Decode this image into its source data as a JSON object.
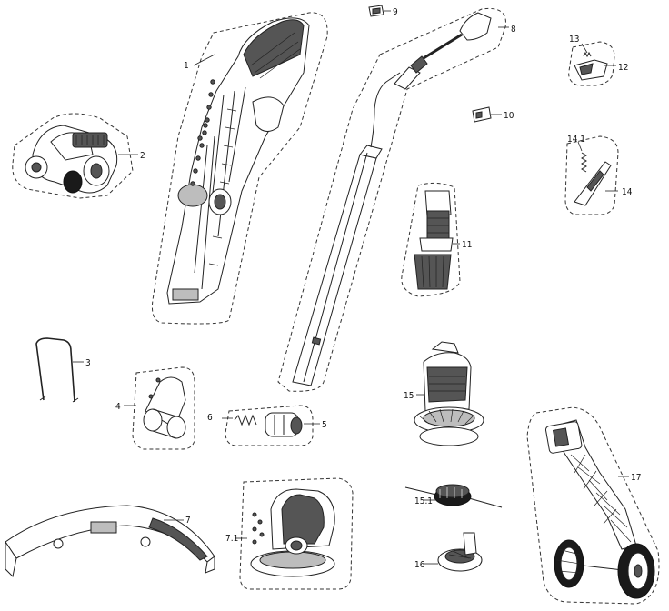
{
  "parts": [
    {
      "id": "p1",
      "label": "1"
    },
    {
      "id": "p2",
      "label": "2"
    },
    {
      "id": "p3",
      "label": "3"
    },
    {
      "id": "p4",
      "label": "4"
    },
    {
      "id": "p5",
      "label": "5"
    },
    {
      "id": "p6",
      "label": "6"
    },
    {
      "id": "p7",
      "label": "7"
    },
    {
      "id": "p7_1",
      "label": "7.1"
    },
    {
      "id": "p8",
      "label": "8"
    },
    {
      "id": "p9",
      "label": "9"
    },
    {
      "id": "p10",
      "label": "10"
    },
    {
      "id": "p11",
      "label": "11"
    },
    {
      "id": "p12",
      "label": "12"
    },
    {
      "id": "p13",
      "label": "13"
    },
    {
      "id": "p14",
      "label": "14"
    },
    {
      "id": "p14_1",
      "label": "14.1"
    },
    {
      "id": "p15",
      "label": "15"
    },
    {
      "id": "p15_1",
      "label": "15.1"
    },
    {
      "id": "p16",
      "label": "16"
    },
    {
      "id": "p17",
      "label": "17"
    }
  ]
}
